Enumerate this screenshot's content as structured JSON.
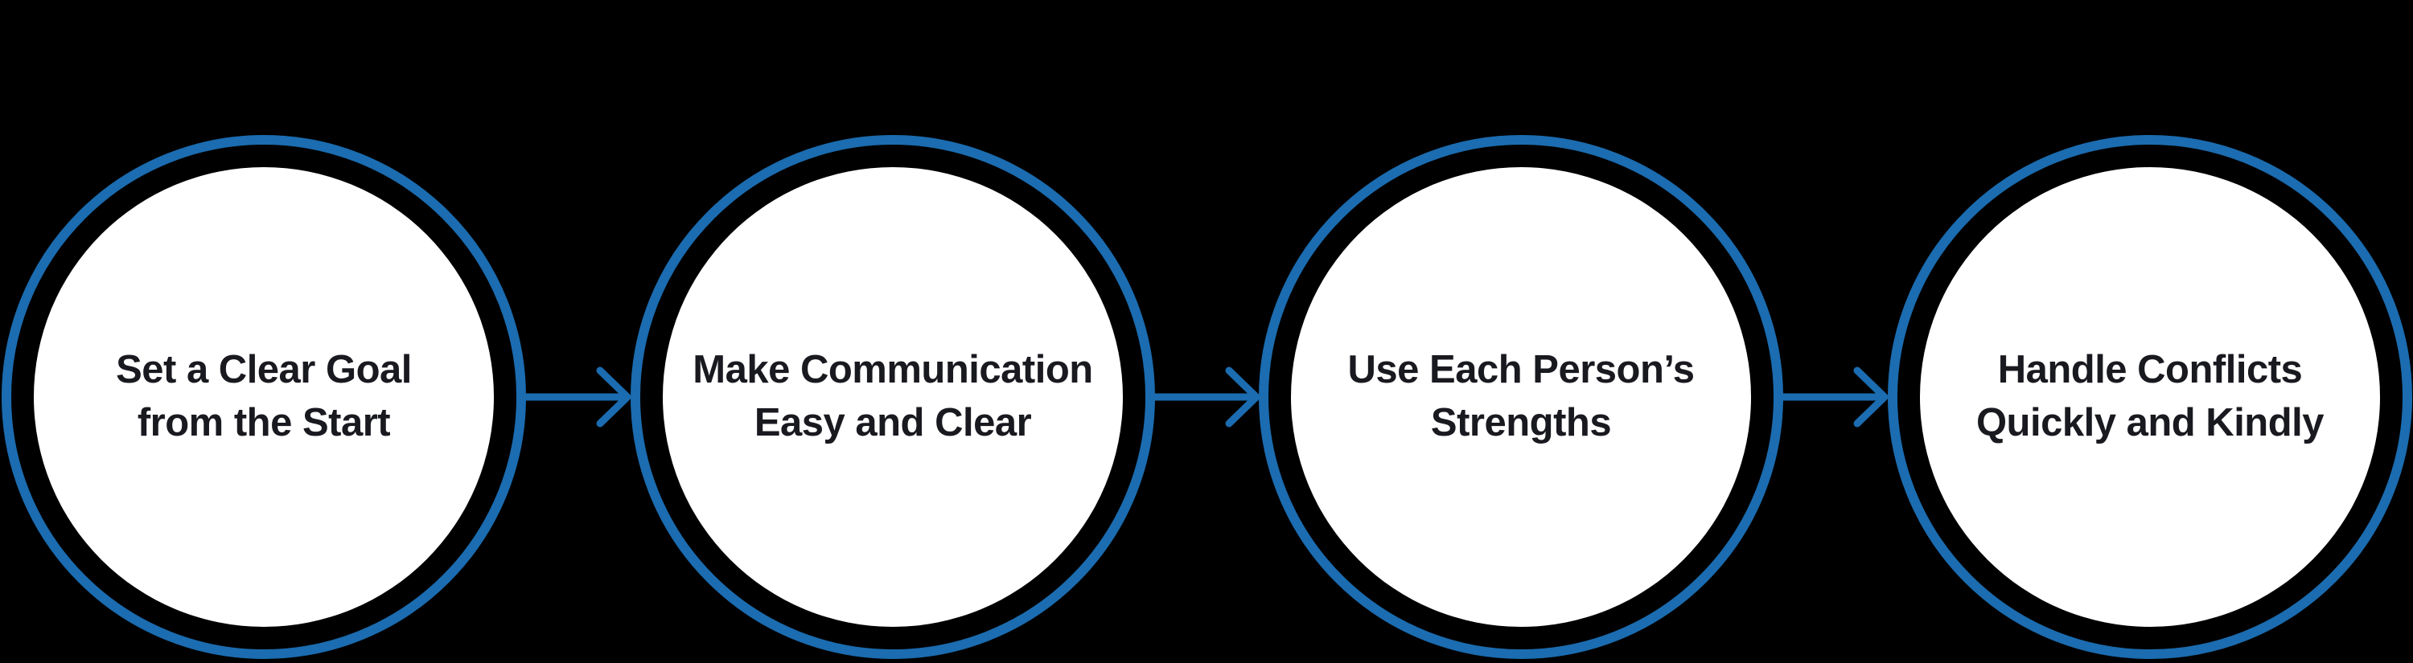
{
  "diagram": {
    "type": "process-flow",
    "orientation": "horizontal",
    "steps": [
      {
        "label": "Set a Clear Goal\nfrom the Start"
      },
      {
        "label": "Make Communication\nEasy and Clear"
      },
      {
        "label": "Use Each Person’s\nStrengths"
      },
      {
        "label": "Handle Conflicts\nQuickly and Kindly"
      }
    ],
    "connectors": [
      {
        "from": 1,
        "to": 2,
        "type": "right-arrow"
      },
      {
        "from": 2,
        "to": 3,
        "type": "right-arrow"
      },
      {
        "from": 3,
        "to": 4,
        "type": "right-arrow"
      }
    ],
    "colors": {
      "background": "#000000",
      "ring": "#1b6cb0",
      "arrow": "#1b6cb0",
      "disc": "#ffffff",
      "text": "#191920"
    }
  }
}
